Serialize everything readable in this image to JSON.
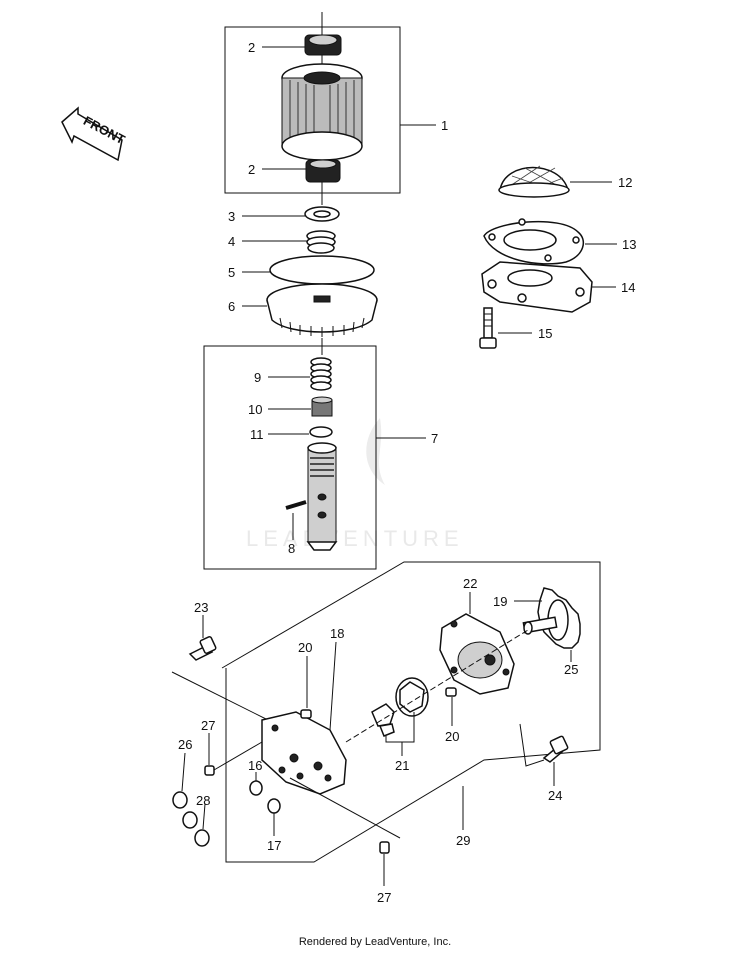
{
  "front_label": "FRONT",
  "watermark": "LEADVENTURE",
  "footer": "Rendered by LeadVenture, Inc.",
  "callouts": {
    "c1": "1",
    "c2a": "2",
    "c2b": "2",
    "c3": "3",
    "c4": "4",
    "c5": "5",
    "c6": "6",
    "c7": "7",
    "c8": "8",
    "c9": "9",
    "c10": "10",
    "c11": "11",
    "c12": "12",
    "c13": "13",
    "c14": "14",
    "c15": "15",
    "c16": "16",
    "c17": "17",
    "c18": "18",
    "c19": "19",
    "c20a": "20",
    "c20b": "20",
    "c21": "21",
    "c22": "22",
    "c23": "23",
    "c24": "24",
    "c25": "25",
    "c26": "26",
    "c27a": "27",
    "c27b": "27",
    "c28": "28",
    "c29": "29"
  }
}
